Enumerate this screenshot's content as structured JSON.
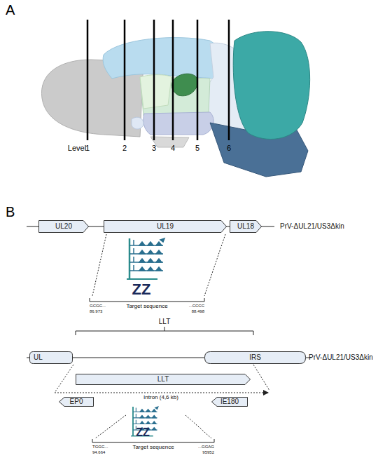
{
  "diagram": {
    "nodes": [
      {
        "text": [
          "UL20"
        ]
      },
      {
        "text": [
          "UL19"
        ]
      },
      {
        "text": [
          "UL18"
        ]
      },
      {
        "text": [
          "UL"
        ]
      },
      {
        "text": [
          "IRS"
        ]
      },
      {
        "text": [
          "LLT"
        ]
      },
      {
        "text": [
          "EP0"
        ]
      },
      {
        "text": [
          "IE180"
        ]
      }
    ],
    "labels": [
      "A",
      "Level",
      "1",
      "2",
      "3",
      "4",
      "5",
      "6",
      "B",
      "PrV-ΔUL21/US3Δkin",
      "ZZ",
      "Target sequence",
      "GCGC...",
      "86.973",
      "...CCCC",
      "88.498",
      "LLT",
      "PrV-ΔUL21/US3Δkin",
      "Intron (4,6 kb)",
      "ZZ",
      "Target sequence",
      "TGGC...",
      "94.664",
      "...GGAG",
      "95952"
    ]
  }
}
